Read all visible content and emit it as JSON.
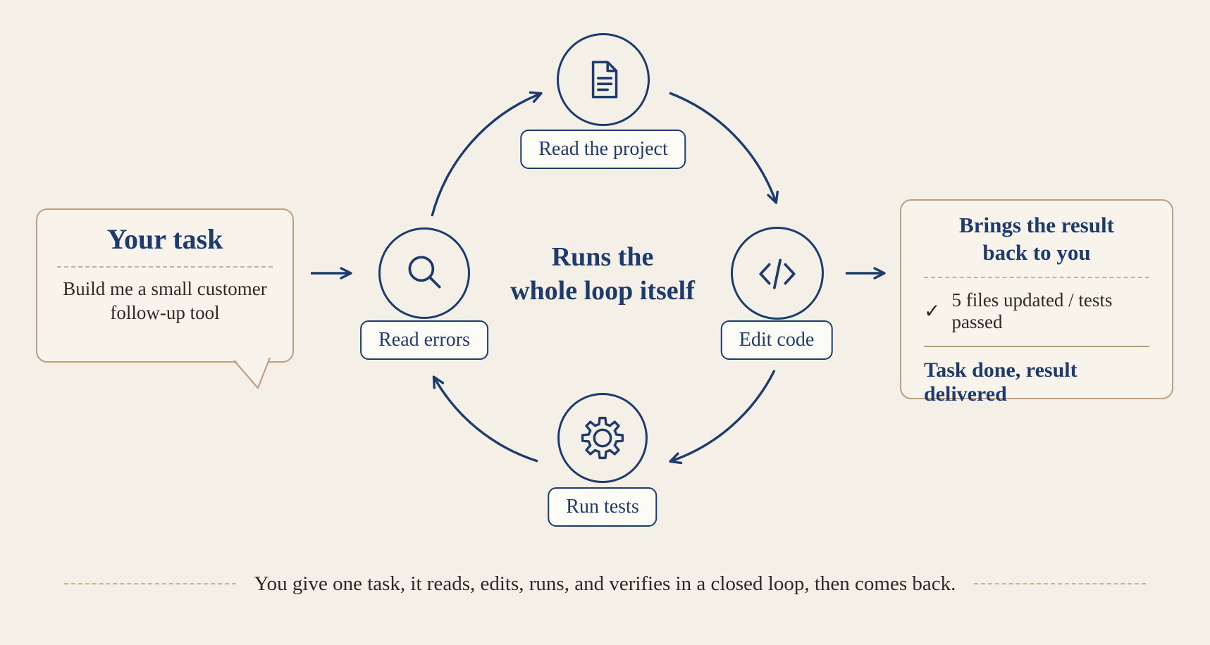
{
  "colors": {
    "background": "#f5f0e7",
    "navy": "#1e3b6e",
    "tan_border": "#bba083",
    "tan_dashed": "#c8b291",
    "ink": "#2b2a26",
    "pill_background": "#fdfbf5"
  },
  "task_box": {
    "title": "Your task",
    "description_line1": "Build me a small customer",
    "description_line2": "follow-up tool"
  },
  "center_label": {
    "line1": "Runs the",
    "line2": "whole loop itself"
  },
  "loop_nodes": [
    {
      "id": "read-project",
      "label": "Read the project",
      "icon": "document-icon"
    },
    {
      "id": "edit-code",
      "label": "Edit code",
      "icon": "code-icon"
    },
    {
      "id": "run-tests",
      "label": "Run tests",
      "icon": "gear-icon"
    },
    {
      "id": "read-errors",
      "label": "Read errors",
      "icon": "magnifier-icon"
    }
  ],
  "result_panel": {
    "title_line1": "Brings the result",
    "title_line2": "back to you",
    "check_icon": "✓",
    "check_text": "5 files updated / tests passed",
    "status": "Task done, result delivered"
  },
  "caption": "You give one task, it reads, edits, runs, and verifies in a closed loop, then comes back."
}
